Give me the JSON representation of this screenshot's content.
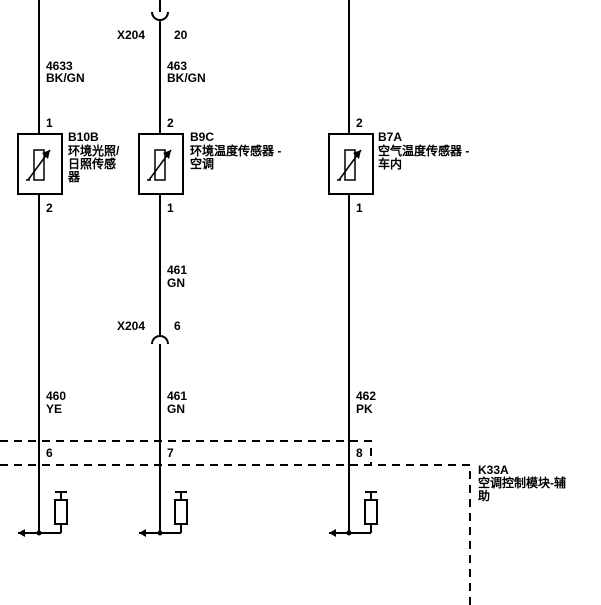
{
  "diagram": {
    "module": {
      "id": "K33A",
      "name_line1": "空调控制模块-辅",
      "name_line2": "助"
    },
    "top_connector": {
      "id": "X204",
      "pin": "20"
    },
    "mid_connector": {
      "id": "X204",
      "pin": "6"
    },
    "circuits": {
      "c4633": {
        "number": "4633",
        "color": "BK/GN"
      },
      "c463": {
        "number": "463",
        "color": "BK/GN"
      },
      "c461_upper": {
        "number": "461",
        "color": "GN"
      },
      "c460": {
        "number": "460",
        "color": "YE"
      },
      "c461_lower": {
        "number": "461",
        "color": "GN"
      },
      "c462": {
        "number": "462",
        "color": "PK"
      }
    },
    "sensors": {
      "b10b": {
        "id": "B10B",
        "name_line1": "环境光照/",
        "name_line2": "日照传感",
        "name_line3": "器",
        "pin_top": "1",
        "pin_bottom": "2"
      },
      "b9c": {
        "id": "B9C",
        "name_line1": "环境温度传感器 -",
        "name_line2": "空调",
        "pin_top": "2",
        "pin_bottom": "1"
      },
      "b7a": {
        "id": "B7A",
        "name_line1": "空气温度传感器 -",
        "name_line2": "车内",
        "pin_top": "2",
        "pin_bottom": "1"
      }
    },
    "module_pins": {
      "p6": "6",
      "p7": "7",
      "p8": "8"
    }
  }
}
